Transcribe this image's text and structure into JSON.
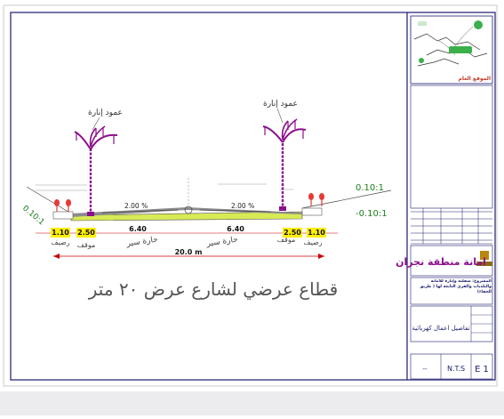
{
  "drawing": {
    "title": "قطاع عرضي لشارع عرض ٢٠ متر",
    "total_width": "20.0 m",
    "lamp_label": "عمود إنارة",
    "slope_left": "2.00 %",
    "slope_right": "2.00 %",
    "side_slope_left": "0.10:1",
    "side_slope_right_top": "0.10:1",
    "side_slope_right_bottom": "-0.10:1",
    "dim_sidewalk_left": "1.10",
    "dim_parking_left": "2.50",
    "dim_lane_left": "6.40",
    "dim_lane_right": "6.40",
    "dim_parking_right": "2.50",
    "dim_sidewalk_right": "1.10",
    "lbl_sidewalk_left": "رصيف",
    "lbl_parking_left": "موقف",
    "lbl_lane_left": "حارة سير",
    "lbl_lane_right": "حارة سير",
    "lbl_parking_right": "موقف",
    "lbl_sidewalk_right": "رصيف"
  },
  "title_block": {
    "location_label": "الموقع العام",
    "authority": "امانة منطقة نجران",
    "project": "المشروع: سفلتة وإنارة للأمانة والبلديات والقرى التابعة لها ( طريق الحقاء)",
    "drawing_name": "تفاصيل اعمال كهربائية",
    "scale": "N.T.S",
    "sheet_no": "E 1",
    "dash": "--"
  },
  "colors": {
    "road": "#d8ea55",
    "lamp": "#8b0f8b",
    "dimension": "#cc0000",
    "slope_text": "#1a7f1a",
    "tag": "#ffee00",
    "logo": "#c0392b"
  }
}
